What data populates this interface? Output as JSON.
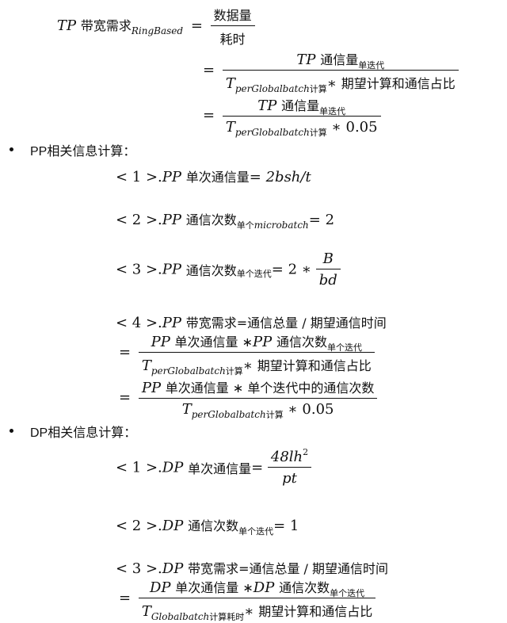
{
  "tp": {
    "lhs_var": "TP",
    "lhs_text": "带宽需求",
    "lhs_sub": "RingBased",
    "r1_num": "数据量",
    "r1_den": "耗时",
    "num_var": "TP",
    "num_text": "通信量",
    "num_sub": "单迭代",
    "den_T": "T",
    "den_sub_var": "perGlobalbatch",
    "den_sub_cn": "计算",
    "den_star": "∗",
    "den_text": "期望计算和通信占比",
    "den_const": "0.05"
  },
  "pp": {
    "heading": "PP相关信息计算：",
    "l1_idx": "< 1 >.",
    "l1_var": "PP",
    "l1_text": "单次通信量",
    "l1_eq": "=",
    "l1_val": "2bsh/t",
    "l2_idx": "< 2 >.",
    "l2_var": "PP",
    "l2_text": "通信次数",
    "l2_sub_cn": "单个",
    "l2_sub_var": "microbatch",
    "l2_val": "2",
    "l3_idx": "< 3 >.",
    "l3_var": "PP",
    "l3_text": "通信次数",
    "l3_sub": "单个迭代",
    "l3_val": "2 ∗",
    "l3_num": "B",
    "l3_den": "bd",
    "l4_idx": "< 4 >.",
    "l4_var": "PP",
    "l4_text": "带宽需求=通信总量 / 期望通信时间",
    "f1_num_var1": "PP",
    "f1_num_text1": "单次通信量 ∗",
    "f1_num_var2": "PP",
    "f1_num_text2": "通信次数",
    "f1_num_sub": "单个迭代",
    "f1_den_sub_var": "perGlobalbatch",
    "f1_den_sub_cn": "计算",
    "f1_den_text": "期望计算和通信占比",
    "f2_num_var": "PP",
    "f2_num_text": "单次通信量 ∗ 单个迭代中的通信次数",
    "f2_den_sub_var": "perGlobalbatch",
    "f2_den_sub_cn": "计算",
    "f2_den_const": "0.05"
  },
  "dp": {
    "heading": "DP相关信息计算：",
    "l1_idx": "< 1 >.",
    "l1_var": "DP",
    "l1_text": "单次通信量",
    "l1_num": "48lh",
    "l1_sup": "2",
    "l1_den": "pt",
    "l2_idx": "< 2 >.",
    "l2_var": "DP",
    "l2_text": "通信次数",
    "l2_sub": "单个迭代",
    "l2_val": "1",
    "l3_idx": "< 3 >.",
    "l3_var": "DP",
    "l3_text": "带宽需求=通信总量 / 期望通信时间",
    "f_num_var1": "DP",
    "f_num_text1": "单次通信量 ∗",
    "f_num_var2": "DP",
    "f_num_text2": "通信次数",
    "f_num_sub": "单个迭代",
    "f_den_sub_var": "Globalbatch",
    "f_den_sub_cn": "计算耗时",
    "f_den_text": "期望计算和通信占比"
  }
}
